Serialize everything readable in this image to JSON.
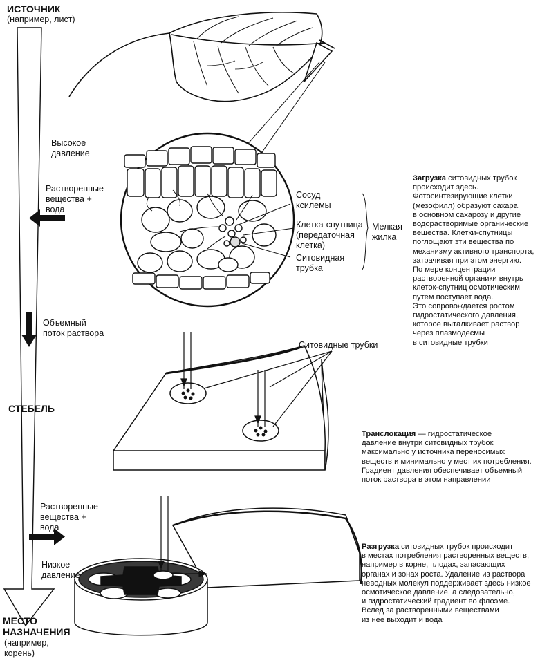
{
  "left_axis": {
    "source_title": "ИСТОЧНИК",
    "source_sub": "(например, лист)",
    "high_pressure": [
      "Высокое",
      "давление"
    ],
    "solutes_in": [
      "Растворенные",
      "вещества +",
      "вода"
    ],
    "bulk_flow": [
      "Объемный",
      "поток раствора"
    ],
    "stem": "СТЕБЕЛЬ",
    "solutes_out": [
      "Растворенные",
      "вещества +",
      "вода"
    ],
    "low_pressure": [
      "Низкое",
      "давление"
    ],
    "sink_title": [
      "МЕСТО",
      "НАЗНАЧЕНИЯ"
    ],
    "sink_sub": [
      "(например,",
      "корень)"
    ]
  },
  "leaf_section_labels": {
    "xylem": [
      "Сосуд",
      "ксилемы"
    ],
    "companion": [
      "Клетка-спутница",
      "(передаточная",
      "клетка)"
    ],
    "sieve_tube": [
      "Ситовидная",
      "трубка"
    ],
    "minor_vein": [
      "Мелкая",
      "жилка"
    ]
  },
  "stem_section_label": "Ситовидные трубки",
  "descriptions": {
    "loading": {
      "lead": "Загрузка",
      "lines": [
        " ситовидных трубок",
        "происходит здесь.",
        "Фотосинтезирующие клетки",
        "(мезофилл) образуют сахара,",
        "в основном сахарозу и другие",
        "водорастворимые органические",
        "вещества. Клетки-спутницы",
        "поглощают эти вещества по",
        "механизму активного транспорта,",
        "затрачивая при этом энергию.",
        "По мере концентрации",
        "растворенной органики внутрь",
        "клеток-спутниц осмотическим",
        "путем поступает вода.",
        "Это сопровождается ростом",
        "гидростатического давления,",
        "которое выталкивает раствор",
        "через плазмодесмы",
        "в ситовидные трубки"
      ]
    },
    "translocation": {
      "lead": "Транслокация",
      "lines": [
        " — гидростатическое",
        "давление внутри ситовидных трубок",
        "максимально у источника переносимых",
        "веществ и минимально у мест их потребления.",
        "Градиент давления обеспечивает объемный",
        "поток раствора в этом направлении"
      ]
    },
    "unloading": {
      "lead": "Разгрузка",
      "lines": [
        " ситовидных трубок происходит",
        "в местах потребления растворенных веществ,",
        "например в корне, плодах, запасающих",
        "органах и зонах роста. Удаление из раствора",
        "неводных молекул поддерживает здесь низкое",
        "осмотическое давление, а следовательно,",
        "и гидростатический градиент во флоэме.",
        "Вслед за растворенными веществами",
        "из нее выходит и вода"
      ]
    }
  }
}
